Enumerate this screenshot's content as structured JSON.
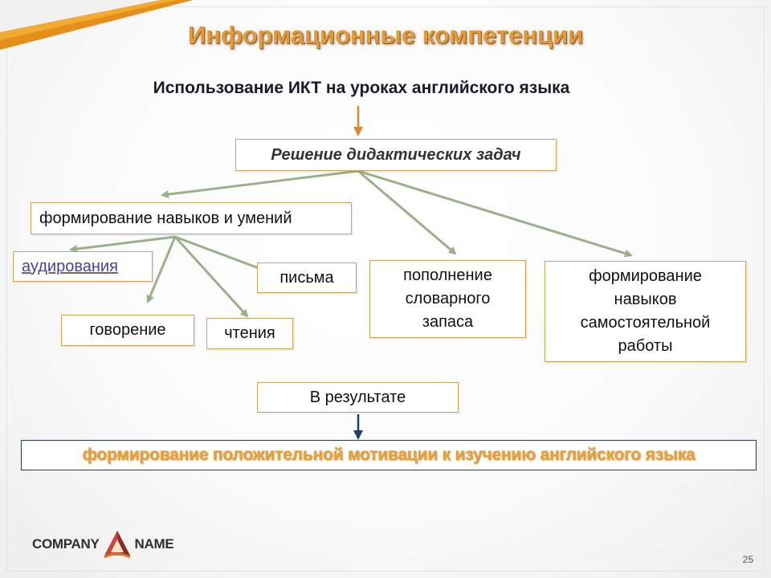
{
  "title": "Информационные компетенции",
  "subtitle": "Использование ИКТ на уроках английского языка",
  "nodes": {
    "root": "Решение дидактических задач",
    "skills": "формирование навыков и умений",
    "listening": "аудирования",
    "writing": "письма",
    "speaking": "говорение",
    "reading": "чтения",
    "vocabulary": "пополнение словарного запаса",
    "independent": "формирование навыков самостоятельной работы",
    "result": "В результате",
    "outcome": "формирование положительной мотивации к изучению английского языка"
  },
  "logo": {
    "left": "COMPANY",
    "right": "NAME"
  },
  "page_number": "25",
  "colors": {
    "title": "#e39a3a",
    "box_border": "#d3a258",
    "arrow_green": "#9bb08a",
    "arrow_orange": "#d9893a",
    "arrow_navy": "#23406a",
    "outcome_text": "#e8a23a"
  }
}
